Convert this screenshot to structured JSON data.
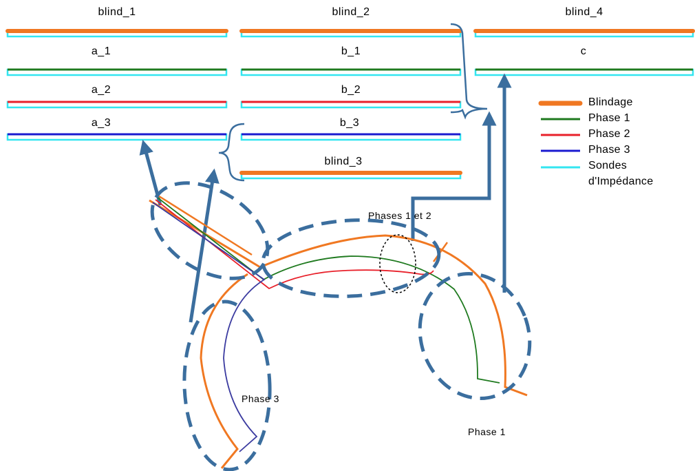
{
  "labels": {
    "blind_1": "blind_1",
    "blind_2": "blind_2",
    "blind_4": "blind_4",
    "a_1": "a_1",
    "b_1": "b_1",
    "c": "c",
    "a_2": "a_2",
    "b_2": "b_2",
    "a_3": "a_3",
    "b_3": "b_3",
    "blind_3": "blind_3",
    "phases_1_2": "Phases 1 et 2",
    "phase_3": "Phase 3",
    "phase_1": "Phase 1"
  },
  "legend": {
    "blindage": "Blindage",
    "phase1": "Phase 1",
    "phase2": "Phase 2",
    "phase3": "Phase 3",
    "sondes_line1": "Sondes",
    "sondes_line2": "d'Impédance"
  },
  "colors": {
    "blindage": "#f07822",
    "phase1": "#1f7a1f",
    "phase2": "#e8202a",
    "phase3": "#1a1ad0",
    "sondes": "#33e6f0",
    "arrows": "#3b6e9e",
    "ellipse": "#000000",
    "phase3_curve": "#3b3ba0"
  }
}
